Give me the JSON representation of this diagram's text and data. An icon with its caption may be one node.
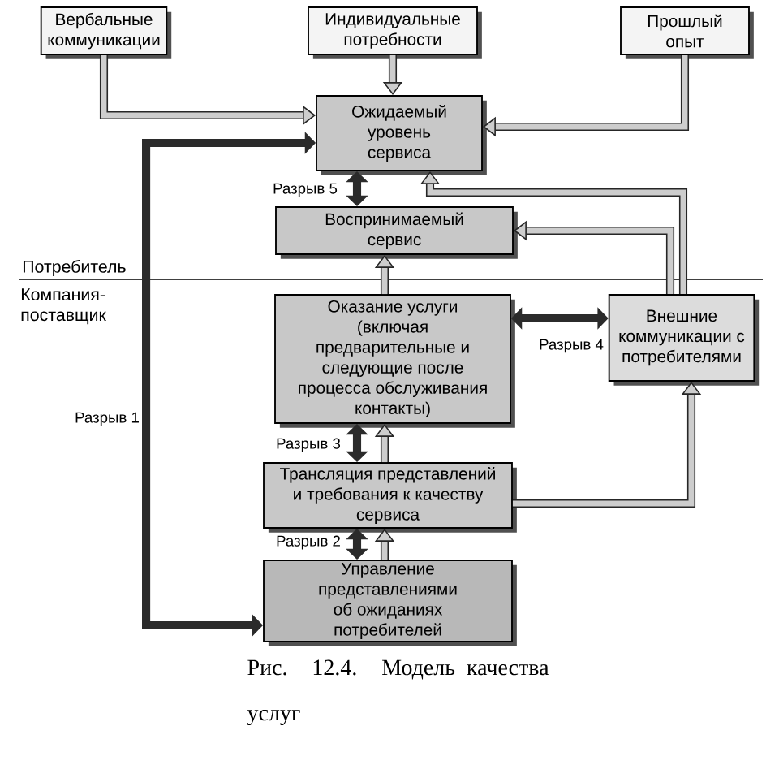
{
  "diagram": {
    "caption": "Рис. 12.4. Модель качества услуг",
    "nodes": [
      {
        "text": [
          "Вербальные коммуникации"
        ]
      },
      {
        "text": [
          "Индивидуальные потребности"
        ]
      },
      {
        "text": [
          "Прошлый опыт"
        ]
      },
      {
        "text": [
          "Ожидаемый уровень сервиса"
        ]
      },
      {
        "text": [
          "Воспринимаемый сервис"
        ]
      },
      {
        "text": [
          "Оказание услуги (включая предварительные и следующие после процесса обслуживания контакты)"
        ]
      },
      {
        "text": [
          "Внешние коммуникации с потребителями"
        ]
      },
      {
        "text": [
          "Трансляция представлений и требования к качеству сервиса"
        ]
      },
      {
        "text": [
          "Управление представлениями об ожиданиях потребителей"
        ]
      }
    ],
    "edges": [
      {
        "from": 0,
        "to": 3,
        "arrow": "to"
      },
      {
        "from": 1,
        "to": 3,
        "arrow": "to"
      },
      {
        "from": 2,
        "to": 3,
        "arrow": "to"
      },
      {
        "from": 3,
        "to": 4,
        "arrow": "both",
        "label": "Разрыв 5",
        "color": "#2b2b2b"
      },
      {
        "from": 5,
        "to": 4,
        "arrow": "to"
      },
      {
        "from": 5,
        "to": 6,
        "arrow": "both",
        "label": "Разрыв 4",
        "color": "#2b2b2b"
      },
      {
        "from": 6,
        "to": 3,
        "arrow": "to"
      },
      {
        "from": 6,
        "to": 4,
        "arrow": "to"
      },
      {
        "from": 5,
        "to": 7,
        "arrow": "both",
        "label": "Разрыв 3",
        "color": "#2b2b2b"
      },
      {
        "from": 7,
        "to": 5,
        "arrow": "to"
      },
      {
        "from": 7,
        "to": 6,
        "arrow": "to"
      },
      {
        "from": 7,
        "to": 8,
        "arrow": "both",
        "label": "Разрыв 2",
        "color": "#2b2b2b"
      },
      {
        "from": 8,
        "to": 7,
        "arrow": "to"
      },
      {
        "from": 3,
        "to": 8,
        "arrow": "both",
        "label": "Разрыв 1",
        "color": "#2b2b2b"
      }
    ],
    "labels": [
      "Потребитель",
      "Компания-поставщик"
    ]
  }
}
